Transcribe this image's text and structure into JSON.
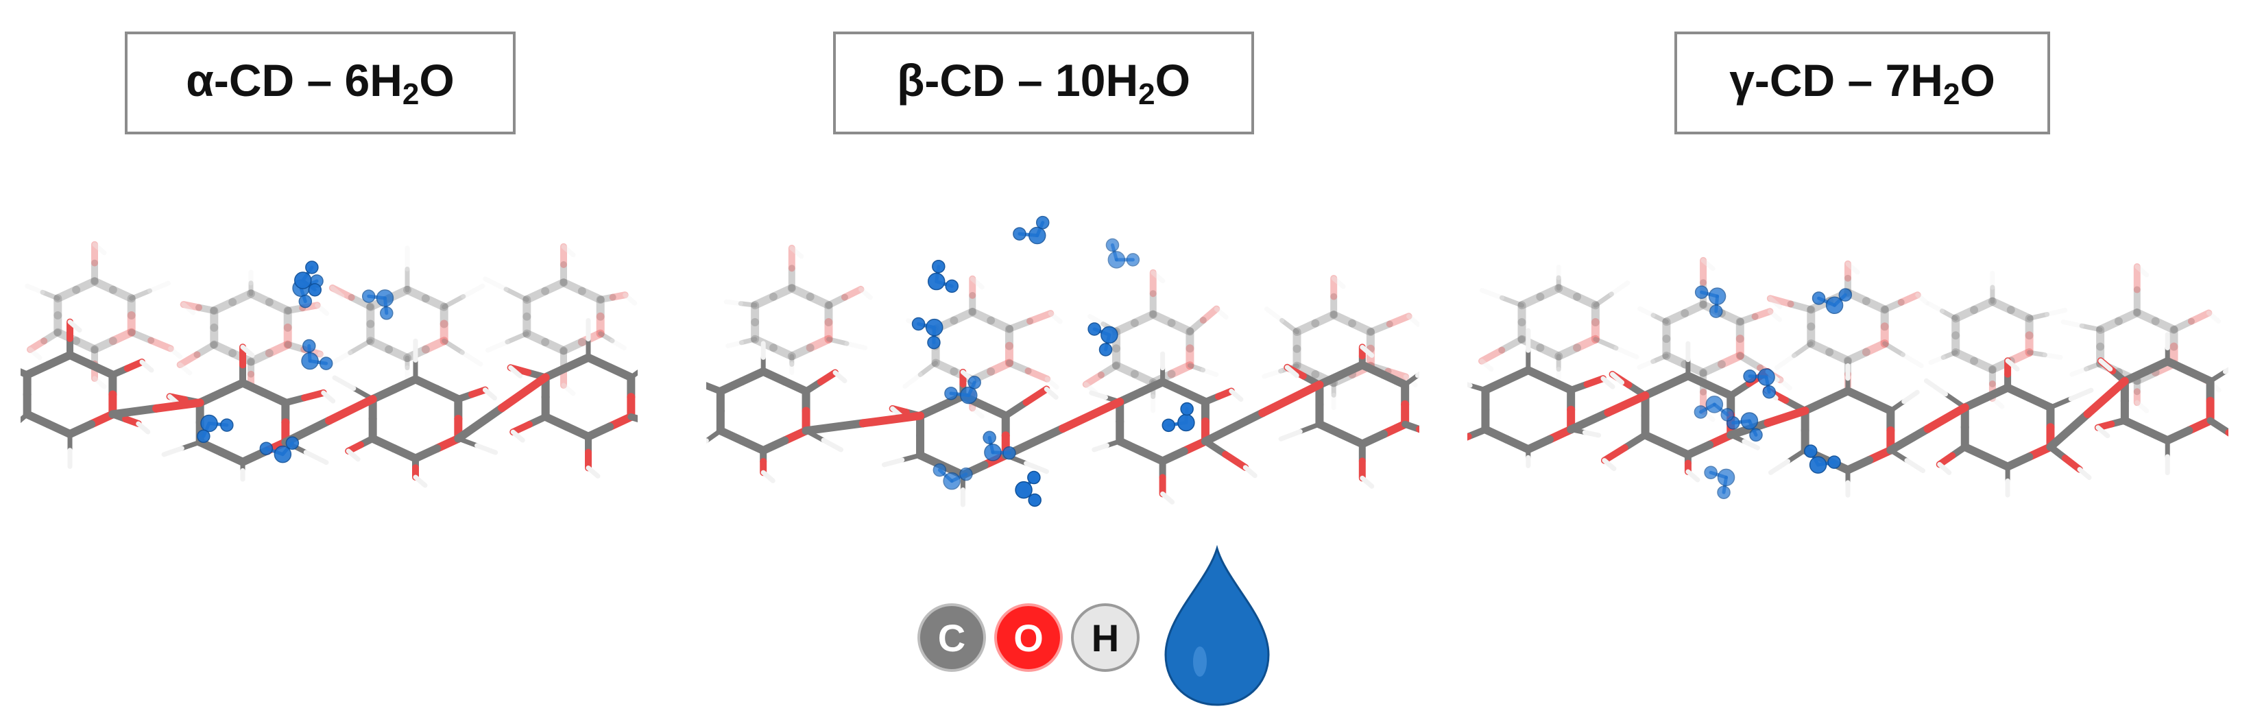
{
  "panels": [
    {
      "id": "alpha",
      "prefix": "α-CD – 6H",
      "sub": "2",
      "suffix": "O"
    },
    {
      "id": "beta",
      "prefix": "β-CD – 10H",
      "sub": "2",
      "suffix": "O"
    },
    {
      "id": "gamma",
      "prefix": "γ-CD – 7H",
      "sub": "2",
      "suffix": "O"
    }
  ],
  "legend": {
    "carbon": {
      "letter": "C",
      "color": "#7f7f7f"
    },
    "oxygen": {
      "letter": "O",
      "color": "#ff2020"
    },
    "hydrogen": {
      "letter": "H",
      "color": "#e6e6e6"
    },
    "water_icon": "water-drop-icon",
    "water_color": "#1a6fc1"
  },
  "colors": {
    "carbon_bond": "#7a7a7a",
    "oxygen_bond": "#e84848",
    "hydrogen_bond": "#f2f2f2",
    "water": "#1e73d2"
  }
}
